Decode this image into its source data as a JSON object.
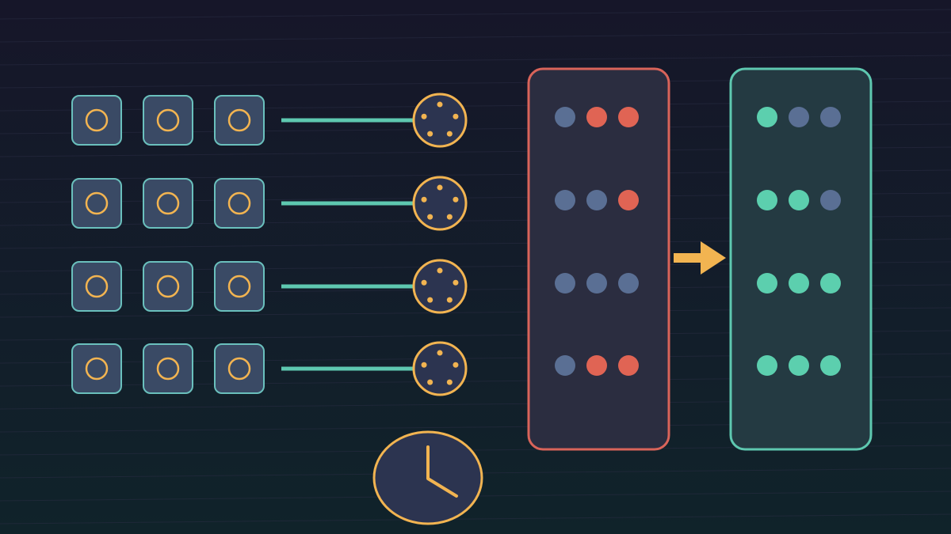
{
  "diagram": {
    "colors": {
      "bg_top": "#161629",
      "bg_bottom": "#10232a",
      "stripe": "#2a2d44",
      "node_fill": "#3a4a65",
      "node_stroke": "#6ac0bd",
      "ring": "#f2b451",
      "connector": "#5ec8b0",
      "gear_fill": "#2c3450",
      "gear_stroke": "#f2b451",
      "panel_before_fill": "#2b2d40",
      "panel_before_stroke": "#d9645a",
      "panel_after_fill": "#243a42",
      "panel_after_stroke": "#5ec8b0",
      "dot_neutral": "#5a6f94",
      "dot_bad": "#e06454",
      "dot_good": "#5ccfae",
      "arrow": "#f2b451",
      "clock_fill": "#2c3450",
      "clock_stroke": "#f2b451"
    },
    "rows": [
      {
        "nodes": 3,
        "before": [
          "neutral",
          "bad",
          "bad"
        ],
        "after": [
          "good",
          "neutral",
          "neutral"
        ]
      },
      {
        "nodes": 3,
        "before": [
          "neutral",
          "neutral",
          "bad"
        ],
        "after": [
          "good",
          "good",
          "neutral"
        ]
      },
      {
        "nodes": 3,
        "before": [
          "neutral",
          "neutral",
          "neutral"
        ],
        "after": [
          "good",
          "good",
          "good"
        ]
      },
      {
        "nodes": 3,
        "before": [
          "neutral",
          "bad",
          "bad"
        ],
        "after": [
          "good",
          "good",
          "good"
        ]
      }
    ],
    "icons": {
      "node": "ring-node-icon",
      "hub": "gear-hub-icon",
      "arrow": "arrow-right-icon",
      "clock": "clock-icon"
    }
  }
}
